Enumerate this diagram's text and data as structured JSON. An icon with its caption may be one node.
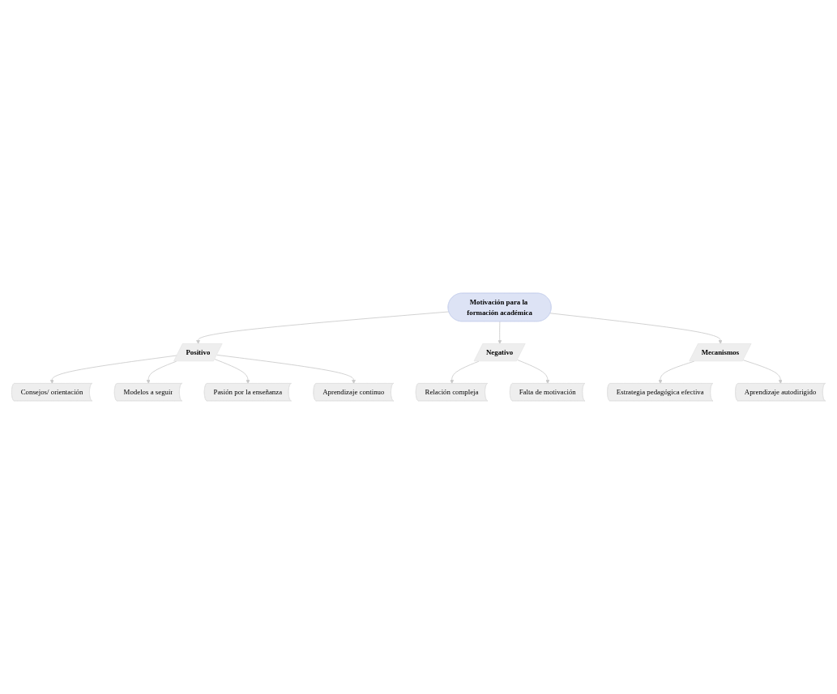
{
  "diagram": {
    "nodes": [
      {
        "text": [
          "Motivación para la formación académica"
        ]
      },
      {
        "text": [
          "Positivo"
        ]
      },
      {
        "text": [
          "Consejos/ orientación"
        ]
      },
      {
        "text": [
          "Modelos a seguir"
        ]
      },
      {
        "text": [
          "Pasión por la enseñanza"
        ]
      },
      {
        "text": [
          "Aprendizaje continuo"
        ]
      },
      {
        "text": [
          "Negativo"
        ]
      },
      {
        "text": [
          "Relación compleja"
        ]
      },
      {
        "text": [
          "Falta de motivación"
        ]
      },
      {
        "text": [
          "Mecanismos"
        ]
      },
      {
        "text": [
          "Estrategia pedagógica efectiva"
        ]
      },
      {
        "text": [
          "Aprendizaje autodirigido"
        ]
      }
    ],
    "edges": [
      {
        "from": 0,
        "to": 1,
        "arrow": "to"
      },
      {
        "from": 1,
        "to": 2,
        "arrow": "to"
      },
      {
        "from": 1,
        "to": 3,
        "arrow": "to"
      },
      {
        "from": 1,
        "to": 4,
        "arrow": "to"
      },
      {
        "from": 1,
        "to": 5,
        "arrow": "to"
      },
      {
        "from": 0,
        "to": 6,
        "arrow": "to"
      },
      {
        "from": 6,
        "to": 7,
        "arrow": "to"
      },
      {
        "from": 6,
        "to": 8,
        "arrow": "to"
      },
      {
        "from": 0,
        "to": 9,
        "arrow": "to"
      },
      {
        "from": 9,
        "to": 10,
        "arrow": "to"
      },
      {
        "from": 9,
        "to": 11,
        "arrow": "to"
      }
    ]
  }
}
